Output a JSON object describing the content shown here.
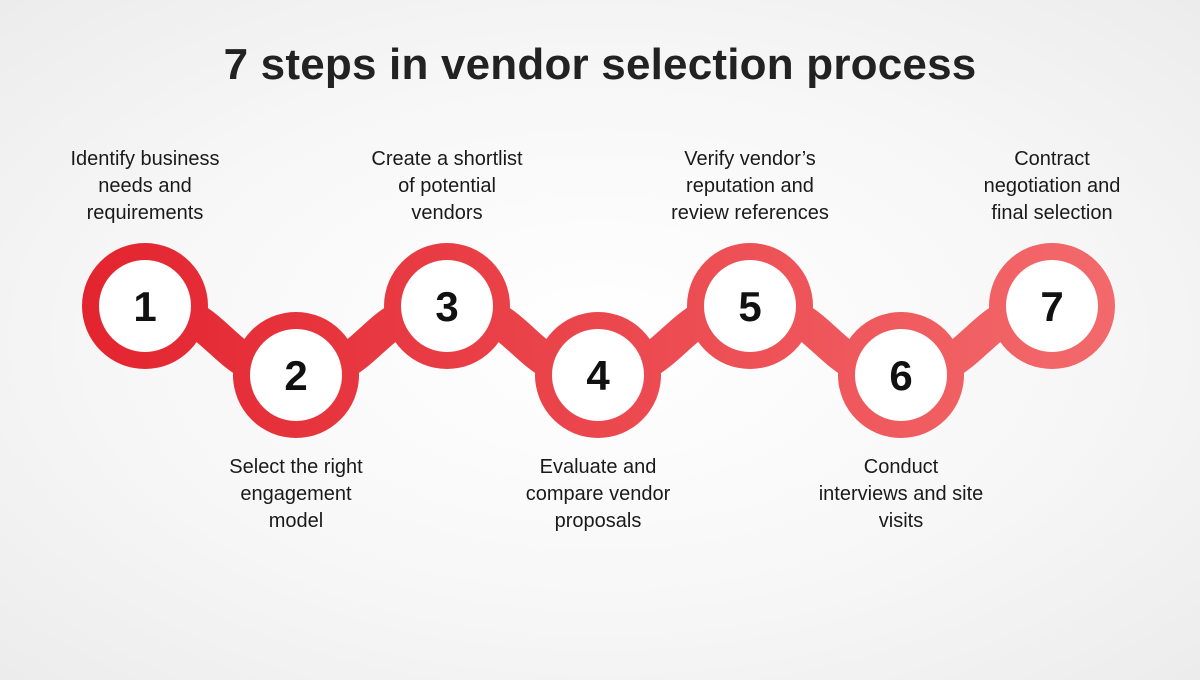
{
  "title": "7 steps in vendor selection process",
  "colors": {
    "accent_start": "#e3242f",
    "accent_end": "#f36a6c",
    "node_fill": "#ffffff",
    "text": "#1a1a1a"
  },
  "steps": [
    {
      "number": "1",
      "label_lines": [
        "Identify business",
        "needs and",
        "requirements"
      ]
    },
    {
      "number": "2",
      "label_lines": [
        "Select the right",
        "engagement",
        "model"
      ]
    },
    {
      "number": "3",
      "label_lines": [
        "Create a shortlist",
        "of potential",
        "vendors"
      ]
    },
    {
      "number": "4",
      "label_lines": [
        "Evaluate and",
        "compare vendor",
        "proposals"
      ]
    },
    {
      "number": "5",
      "label_lines": [
        "Verify vendor’s",
        "reputation and",
        "review references"
      ]
    },
    {
      "number": "6",
      "label_lines": [
        "Conduct",
        "interviews and site",
        "visits"
      ]
    },
    {
      "number": "7",
      "label_lines": [
        "Contract",
        "negotiation and",
        "final selection"
      ]
    }
  ]
}
